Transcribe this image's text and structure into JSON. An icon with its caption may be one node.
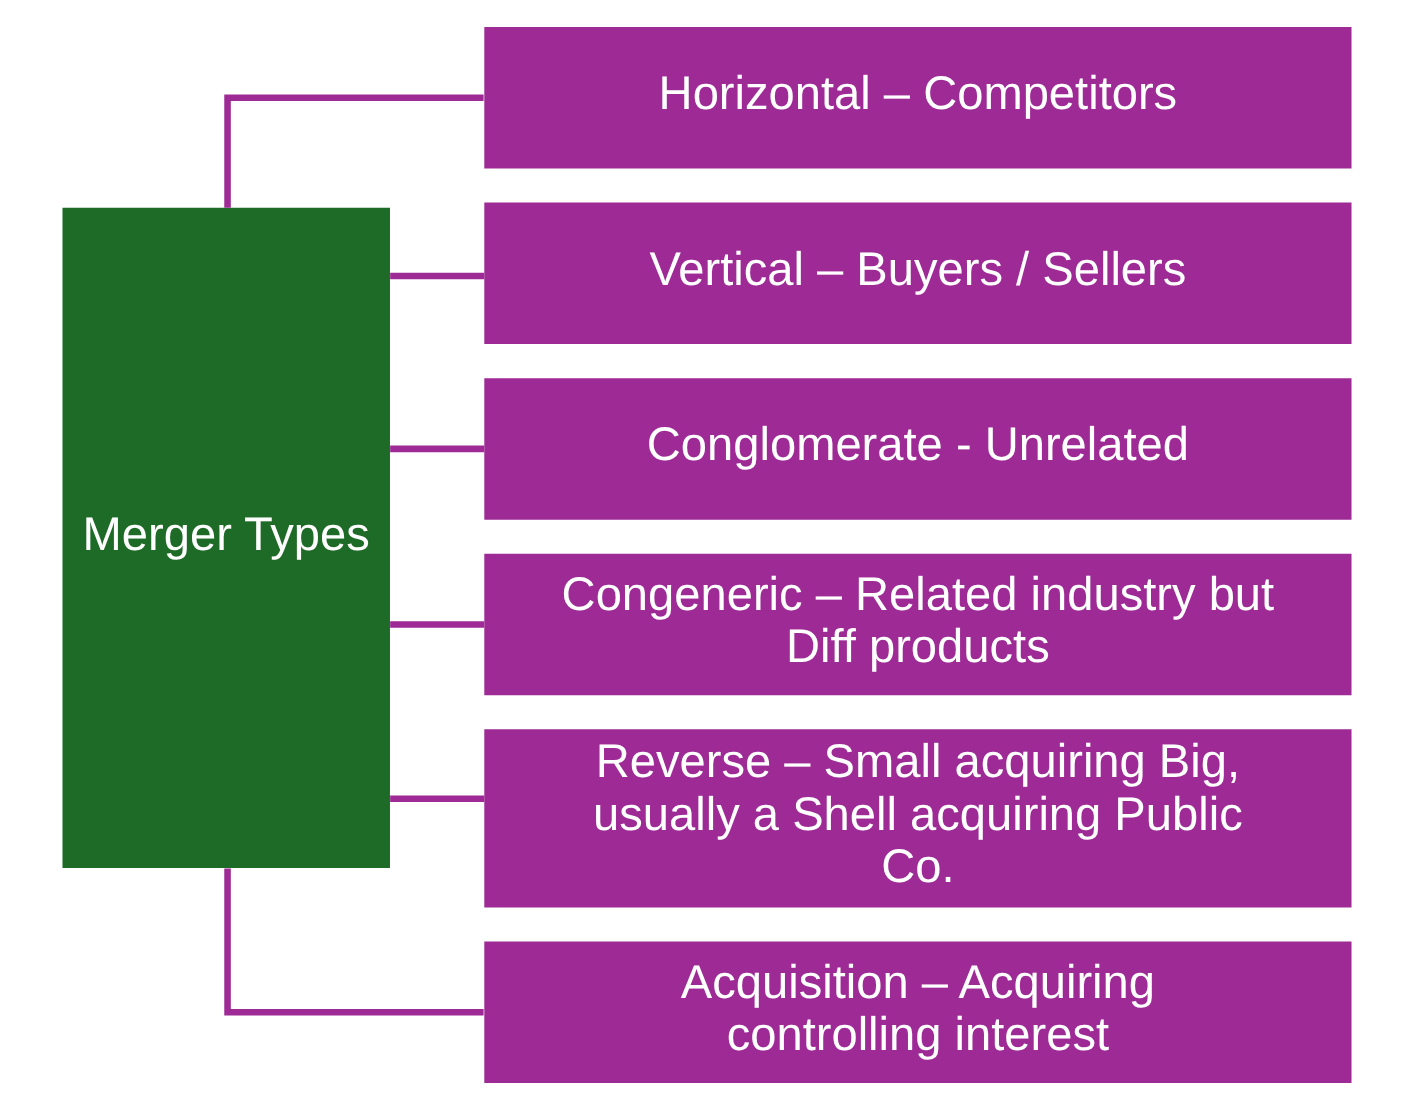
{
  "diagram": {
    "nodes": [
      {
        "text": [
          "Merger Types"
        ]
      },
      {
        "text": [
          "Horizontal – Competitors"
        ]
      },
      {
        "text": [
          "Vertical – Buyers / Sellers"
        ]
      },
      {
        "text": [
          "Conglomerate - Unrelated"
        ]
      },
      {
        "text": [
          "Congeneric – Related industry but Diff products"
        ]
      },
      {
        "text": [
          "Reverse – Small acquiring Big, usually a Shell acquiring Public Co."
        ]
      },
      {
        "text": [
          "Acquisition – Acquiring controlling interest"
        ]
      }
    ],
    "edges": [
      {
        "from": 0,
        "to": 1,
        "arrow": "none"
      },
      {
        "from": 0,
        "to": 2,
        "arrow": "none"
      },
      {
        "from": 0,
        "to": 3,
        "arrow": "none"
      },
      {
        "from": 0,
        "to": 4,
        "arrow": "none"
      },
      {
        "from": 0,
        "to": 5,
        "arrow": "none"
      },
      {
        "from": 0,
        "to": 6,
        "arrow": "none"
      }
    ]
  }
}
